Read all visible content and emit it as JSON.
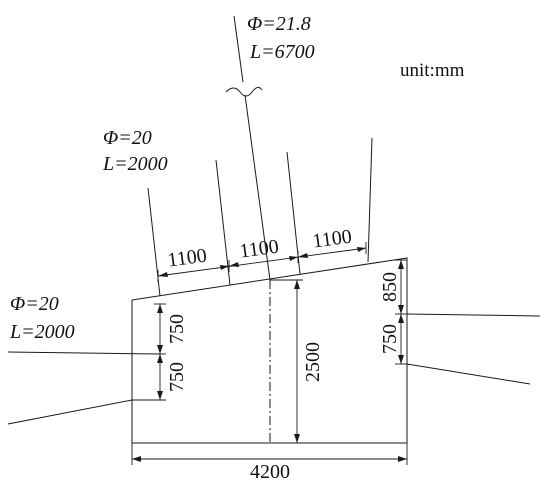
{
  "unit_label": "unit:mm",
  "top_bolt": {
    "phi": "Φ=21.8",
    "length": "L=6700"
  },
  "upper_left_bolt": {
    "phi": "Φ=20",
    "length": "L=2000"
  },
  "left_bolt": {
    "phi": "Φ=20",
    "length": "L=2000"
  },
  "dimensions": {
    "top_spacing_1": "1100",
    "top_spacing_2": "1100",
    "top_spacing_3": "1100",
    "left_upper": "750",
    "left_lower": "750",
    "center_height": "2500",
    "right_upper": "850",
    "right_lower": "750",
    "bottom_width": "4200"
  }
}
